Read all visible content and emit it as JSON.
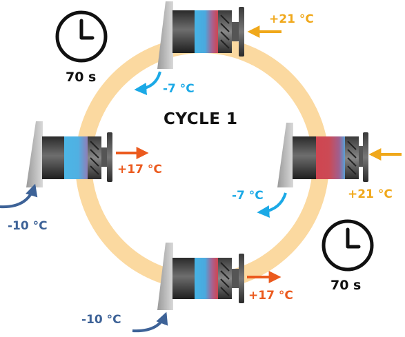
{
  "diagram": {
    "title": "CYCLE 1",
    "timers": [
      {
        "value": "70 s"
      },
      {
        "value": "70 s"
      }
    ],
    "temperatures": {
      "top_in": "+21 °C",
      "top_out": "-7 °C",
      "left_in": "-10 °C",
      "left_out": "+17 °C",
      "right_in": "+21 °C",
      "right_out": "-7 °C",
      "bottom_in": "-10 °C",
      "bottom_out": "+17 °C"
    },
    "colors": {
      "ring": "#fbd9a0",
      "warm": "#f0a81b",
      "hot": "#eb5a1e",
      "cold": "#1ba9e6",
      "cold_dark": "#3d6297",
      "ceramic_blue": "#4cb6e6",
      "ceramic_red": "#cf4550"
    }
  }
}
